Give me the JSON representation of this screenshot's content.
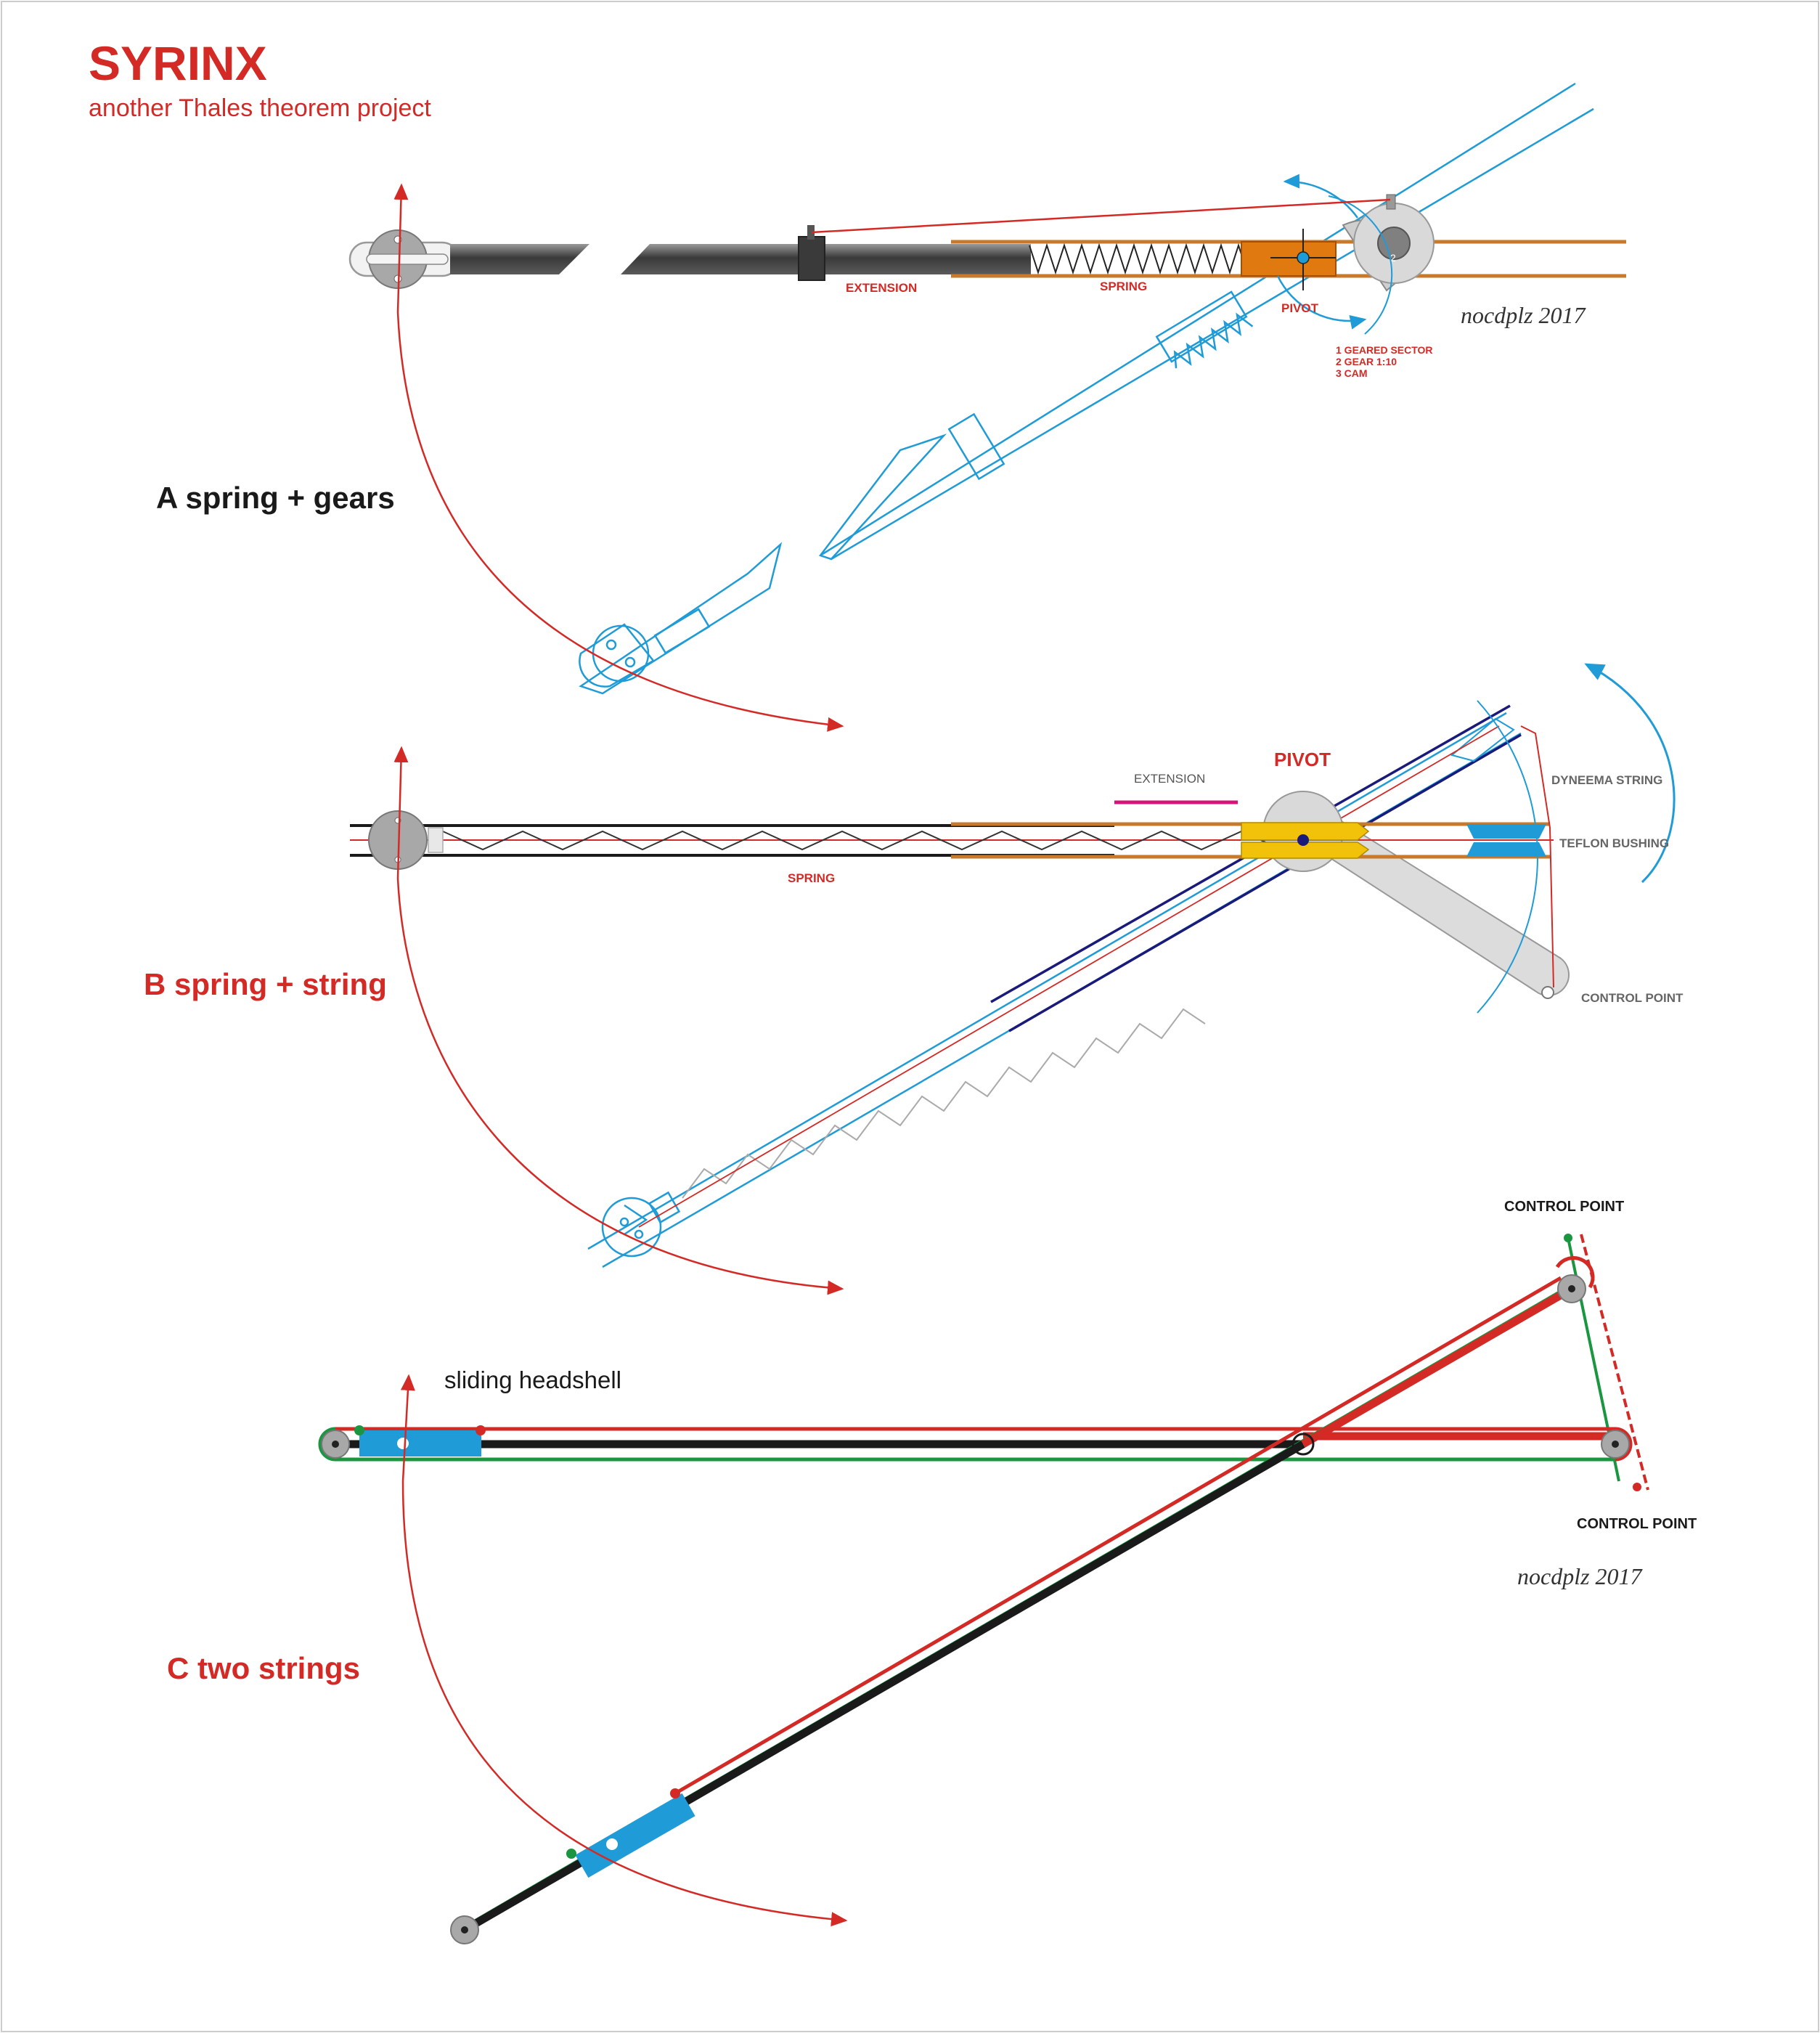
{
  "header": {
    "title": "SYRINX",
    "subtitle": "another  Thales theorem project"
  },
  "colors": {
    "red": "#d42a26",
    "blue": "#1f9bd7",
    "green": "#1a9640",
    "orange": "#e07a10",
    "copper": "#c87a2a",
    "navy": "#1a1a7a",
    "magenta": "#d4147a",
    "yellow": "#f2c20a",
    "gray": "#888888",
    "black": "#1a1a1a"
  },
  "section_a": {
    "heading": "A  spring + gears",
    "labels": {
      "extension": "EXTENSION",
      "spring": "SPRING",
      "pivot": "PIVOT",
      "gear_number": "2",
      "legend_1": "1 GEARED SECTOR",
      "legend_2": "2 GEAR 1:10",
      "legend_3": "3 CAM"
    },
    "signature": "nocdplz 2017"
  },
  "section_b": {
    "heading": "B  spring + string",
    "labels": {
      "extension": "EXTENSION",
      "pivot": "PIVOT",
      "spring": "SPRING",
      "dyneema": "DYNEEMA STRING",
      "teflon": "TEFLON BUSHING",
      "control_point": "CONTROL POINT"
    }
  },
  "section_c": {
    "heading": "C  two strings",
    "labels": {
      "sliding_headshell": "sliding headshell",
      "control_point_top": "CONTROL POINT",
      "control_point_bottom": "CONTROL POINT"
    },
    "signature": "nocdplz 2017"
  }
}
